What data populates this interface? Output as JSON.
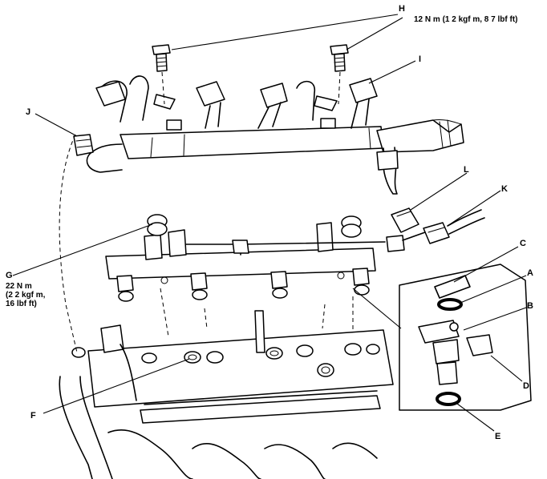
{
  "labels": {
    "A": "A",
    "B": "B",
    "C": "C",
    "D": "D",
    "E": "E",
    "F": "F",
    "G": "G",
    "H": "H",
    "I": "I",
    "J": "J",
    "K": "K",
    "L": "L"
  },
  "torque_specs": {
    "H": "12 N m (1 2 kgf m, 8 7 lbf ft)",
    "G_line1": "22 N m",
    "G_line2": "(2 2 kgf m,",
    "G_line3": "16 lbf ft)"
  }
}
